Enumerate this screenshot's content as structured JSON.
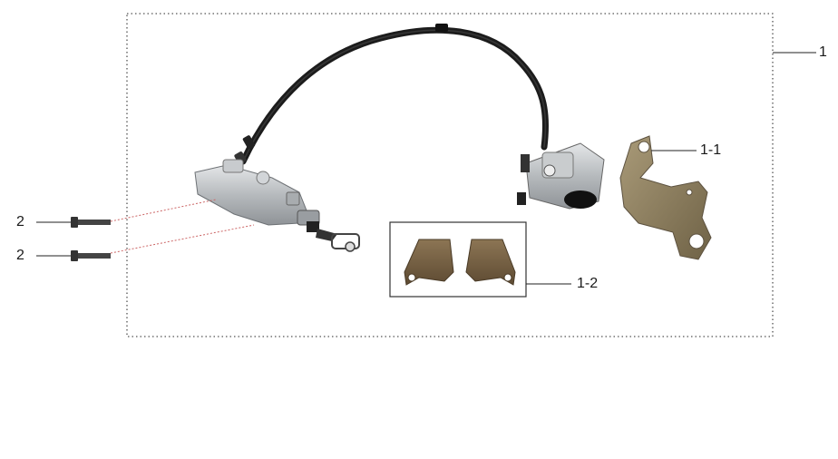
{
  "callouts": {
    "assembly": "1",
    "bracket": "1-1",
    "pads": "1-2",
    "bolt_upper": "2",
    "bolt_lower": "2"
  },
  "colors": {
    "border": "#555555",
    "leader": "#222222",
    "hose": "#1c1c1c",
    "aluminum": "#b9bcbf",
    "bronze": "#8a7a5a",
    "pad_brown": "#7a6345",
    "bolt": "#333333",
    "dashed_red": "#cc6666"
  }
}
